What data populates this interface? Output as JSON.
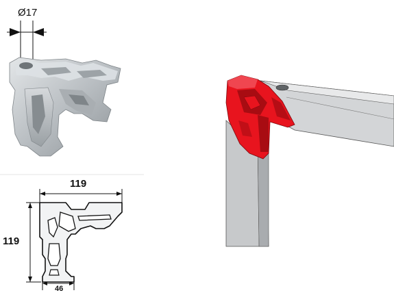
{
  "dimensions": {
    "diameter": "Ø17",
    "width": "119",
    "height": "119",
    "slot": "46"
  },
  "colors": {
    "connector_red": "#e8141e",
    "connector_dark_red": "#a80c12",
    "profile_gray": "#c9cbcd",
    "profile_light": "#e4e5e6",
    "photo_gray": "#b8bcbf",
    "outline": "#222222"
  }
}
